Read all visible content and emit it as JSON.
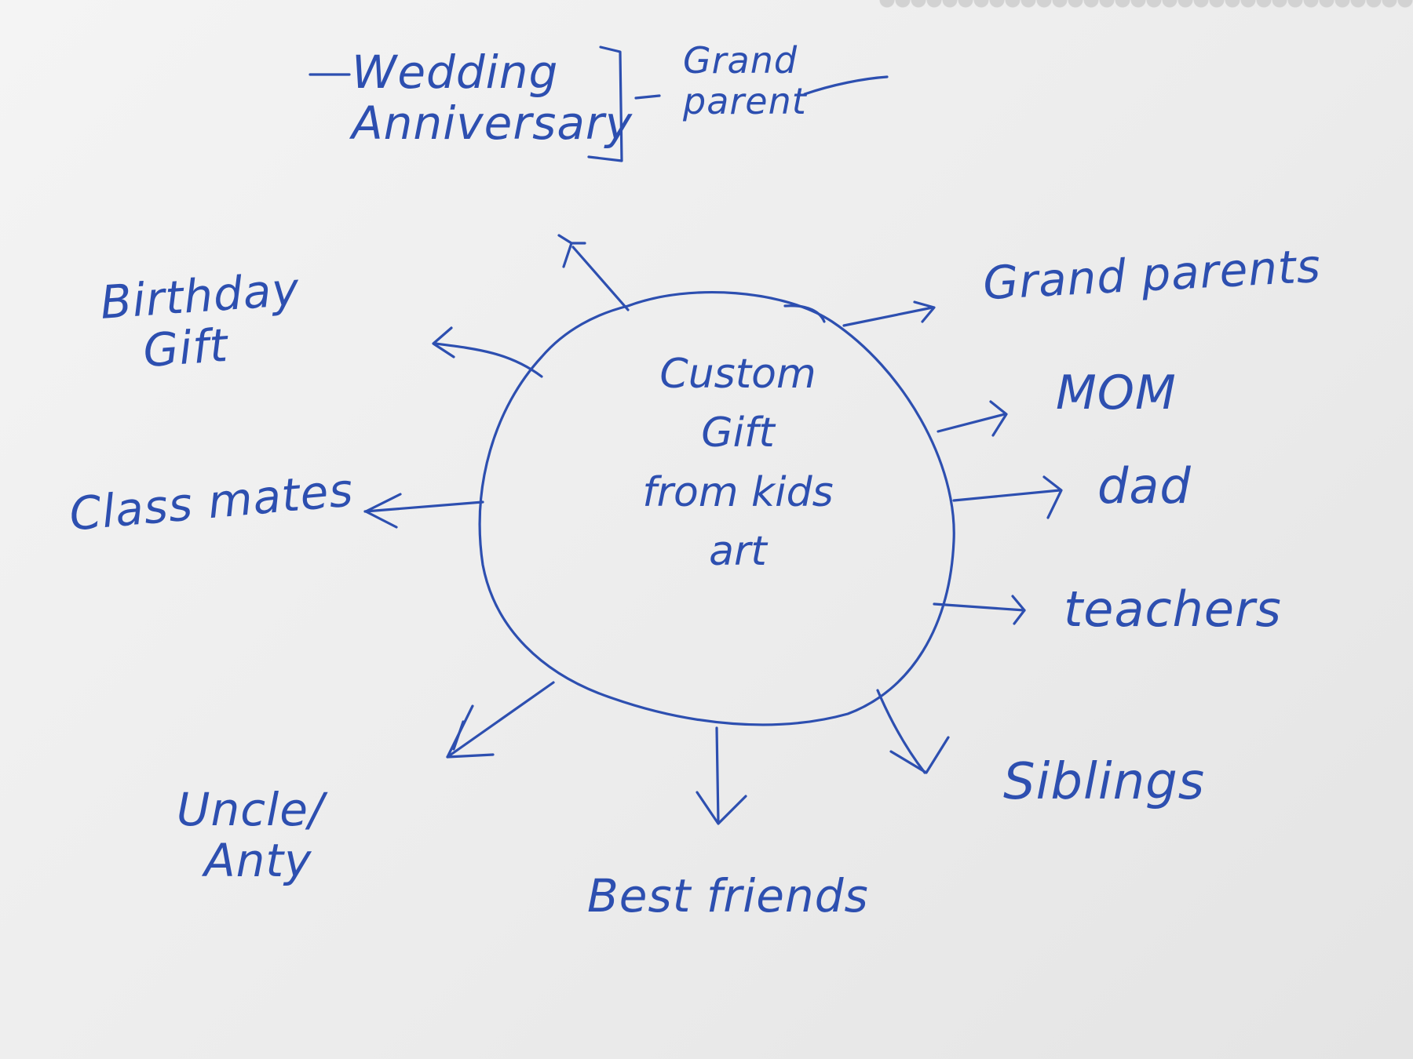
{
  "center": {
    "lines": [
      "Custom",
      "Gift",
      "from kids",
      "art"
    ]
  },
  "nodes": {
    "wedding_anniversary": [
      "Wedding",
      "Anniversary"
    ],
    "wedding_recipient": [
      "Grand",
      "parent"
    ],
    "birthday_gift": [
      "Birthday",
      "Gift"
    ],
    "classmates": "Class mates",
    "uncle_aunty": [
      "Uncle/",
      "Anty"
    ],
    "best_friends": "Best friends",
    "siblings": "Siblings",
    "teachers": "teachers",
    "dad": "dad",
    "mom": "MOM",
    "grandparents": "Grand parents"
  },
  "colors": {
    "ink": "#2d4fb0",
    "paper": "#f1f1f1"
  }
}
